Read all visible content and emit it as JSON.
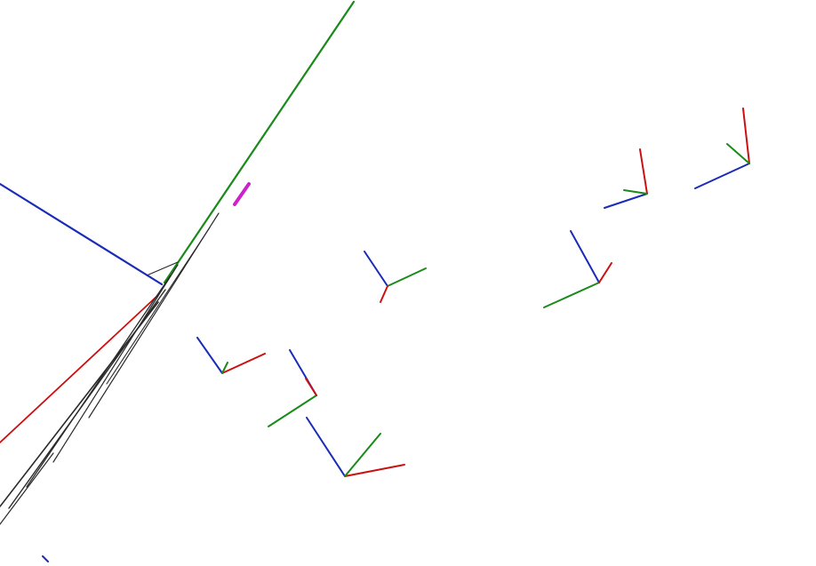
{
  "colors": {
    "background": "#ffffff",
    "x_axis": "#cc1010",
    "y_axis": "#1a8a1a",
    "z_axis": "#1a2bb8",
    "ground_lines": "#2a2a2a",
    "marker": "#cc22cc"
  },
  "scene": {
    "description_label": "",
    "frames": [
      {
        "name": "frame-world-origin",
        "label": ""
      },
      {
        "name": "frame-1",
        "label": ""
      },
      {
        "name": "frame-2",
        "label": ""
      },
      {
        "name": "frame-3",
        "label": ""
      },
      {
        "name": "frame-4",
        "label": ""
      },
      {
        "name": "frame-5",
        "label": ""
      },
      {
        "name": "frame-6",
        "label": ""
      },
      {
        "name": "frame-7",
        "label": ""
      },
      {
        "name": "frame-8",
        "label": ""
      }
    ]
  }
}
